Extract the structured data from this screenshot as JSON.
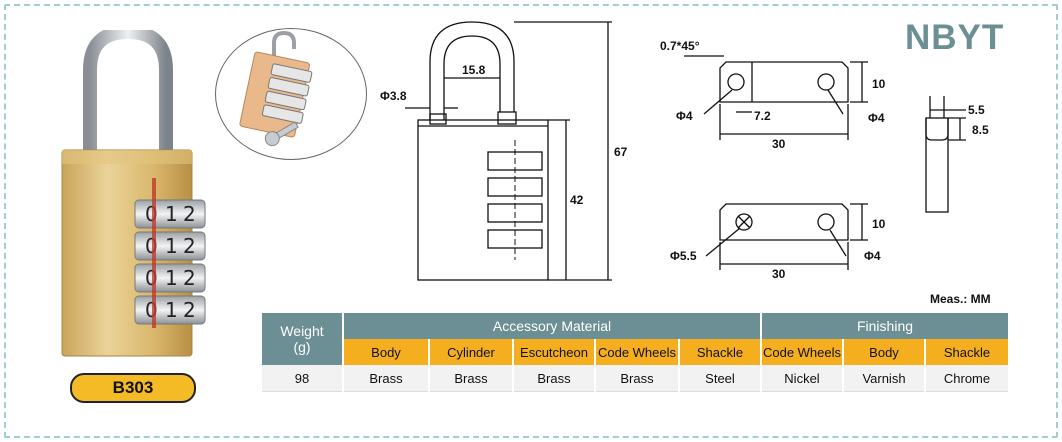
{
  "brand": "NBYT",
  "model": "B303",
  "measure_unit": "Meas.: MM",
  "wheel_digits": [
    "0",
    "1",
    "2"
  ],
  "dims": {
    "shackle_dia": "Φ3.8",
    "shackle_width": "15.8",
    "overall_height": "67",
    "body_height": "42",
    "chamfer": "0.7*45°",
    "plate_top_height": "10",
    "plate_top_hole_left": "Φ4",
    "plate_top_hole_offset": "7.2",
    "plate_top_hole_right": "Φ4",
    "plate_top_length": "30",
    "side_width": "5.5",
    "side_depth": "8.5",
    "plate_bottom_height": "10",
    "plate_bottom_hole_left": "Φ5.5",
    "plate_bottom_hole_right": "Φ4",
    "plate_bottom_length": "30"
  },
  "table": {
    "weight_label_line1": "Weight",
    "weight_label_line2": "(g)",
    "group_accessory": "Accessory Material",
    "group_finishing": "Finishing",
    "columns": [
      "Body",
      "Cylinder",
      "Escutcheon",
      "Code Wheels",
      "Shackle",
      "Code Wheels",
      "Body",
      "Shackle"
    ],
    "weight_value": "98",
    "values": [
      "Brass",
      "Brass",
      "Brass",
      "Brass",
      "Steel",
      "Nickel",
      "Varnish",
      "Chrome"
    ]
  },
  "colors": {
    "brand_gray": "#6b8f94",
    "header_orange": "#f4ae1e",
    "badge_yellow": "#f4bb27",
    "frame_dash": "#9fcfd0"
  }
}
